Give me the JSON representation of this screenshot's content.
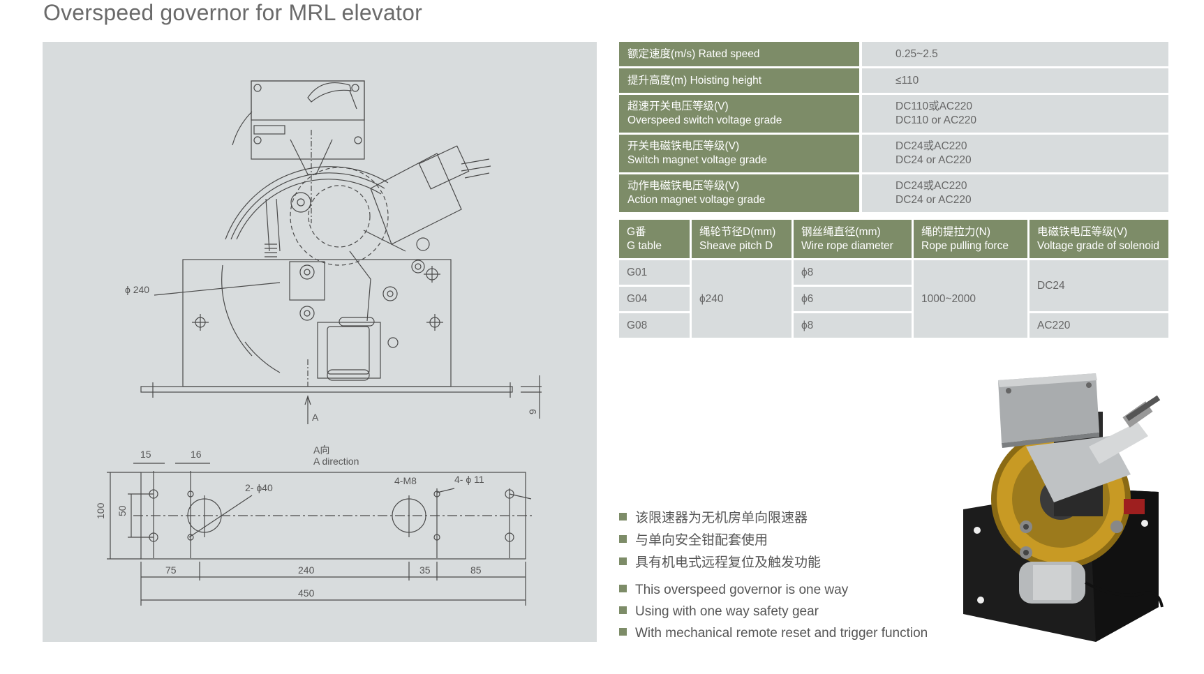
{
  "title": "Overspeed governor for MRL elevator",
  "drawing": {
    "phi240": "ϕ 240",
    "arrow_a": "A",
    "dim_9": "9",
    "a_direction_cn": "A向",
    "a_direction_en": "A direction",
    "dim_15": "15",
    "dim_16": "16",
    "holes_2_40": "2- ϕ40",
    "holes_4_m8": "4-M8",
    "holes_4_11": "4- ϕ 11",
    "dim_100": "100",
    "dim_50": "50",
    "dim_75": "75",
    "dim_240": "240",
    "dim_35": "35",
    "dim_85": "85",
    "dim_450": "450"
  },
  "specs": [
    {
      "label_cn": "额定速度(m/s)",
      "label_en": "Rated speed",
      "value": "0.25~2.5"
    },
    {
      "label_cn": "提升高度(m)",
      "label_en": "Hoisting height",
      "value": "≤110"
    },
    {
      "label_cn": "超速开关电压等级(V)",
      "label_en": "Overspeed switch voltage grade",
      "value_cn": "DC110或AC220",
      "value_en": "DC110 or AC220"
    },
    {
      "label_cn": "开关电磁铁电压等级(V)",
      "label_en": "Switch magnet voltage grade",
      "value_cn": "DC24或AC220",
      "value_en": "DC24 or AC220"
    },
    {
      "label_cn": "动作电磁铁电压等级(V)",
      "label_en": "Action magnet voltage grade",
      "value_cn": "DC24或AC220",
      "value_en": "DC24 or AC220"
    }
  ],
  "g_table": {
    "headers": [
      {
        "cn": "G番",
        "en": "G table"
      },
      {
        "cn": "绳轮节径D(mm)",
        "en": "Sheave pitch D"
      },
      {
        "cn": "钢丝绳直径(mm)",
        "en": "Wire rope diameter"
      },
      {
        "cn": "绳的提拉力(N)",
        "en": "Rope pulling force"
      },
      {
        "cn": "电磁铁电压等级(V)",
        "en": "Voltage grade of solenoid"
      }
    ],
    "models": [
      "G01",
      "G04",
      "G08"
    ],
    "sheave": "ϕ240",
    "ropes": [
      "ϕ8",
      "ϕ6",
      "ϕ8"
    ],
    "force": "1000~2000",
    "voltages": [
      "DC24",
      "AC220"
    ]
  },
  "features_cn": [
    "该限速器为无机房单向限速器",
    "与单向安全钳配套使用",
    "具有机电式远程复位及触发功能"
  ],
  "features_en": [
    "This overspeed governor is one way",
    "Using with one way safety gear",
    "With mechanical remote reset and trigger function"
  ],
  "colors": {
    "header_green": "#7d8c68",
    "cell_grey": "#d8dcdd",
    "panel_grey": "#d8dcdd"
  }
}
